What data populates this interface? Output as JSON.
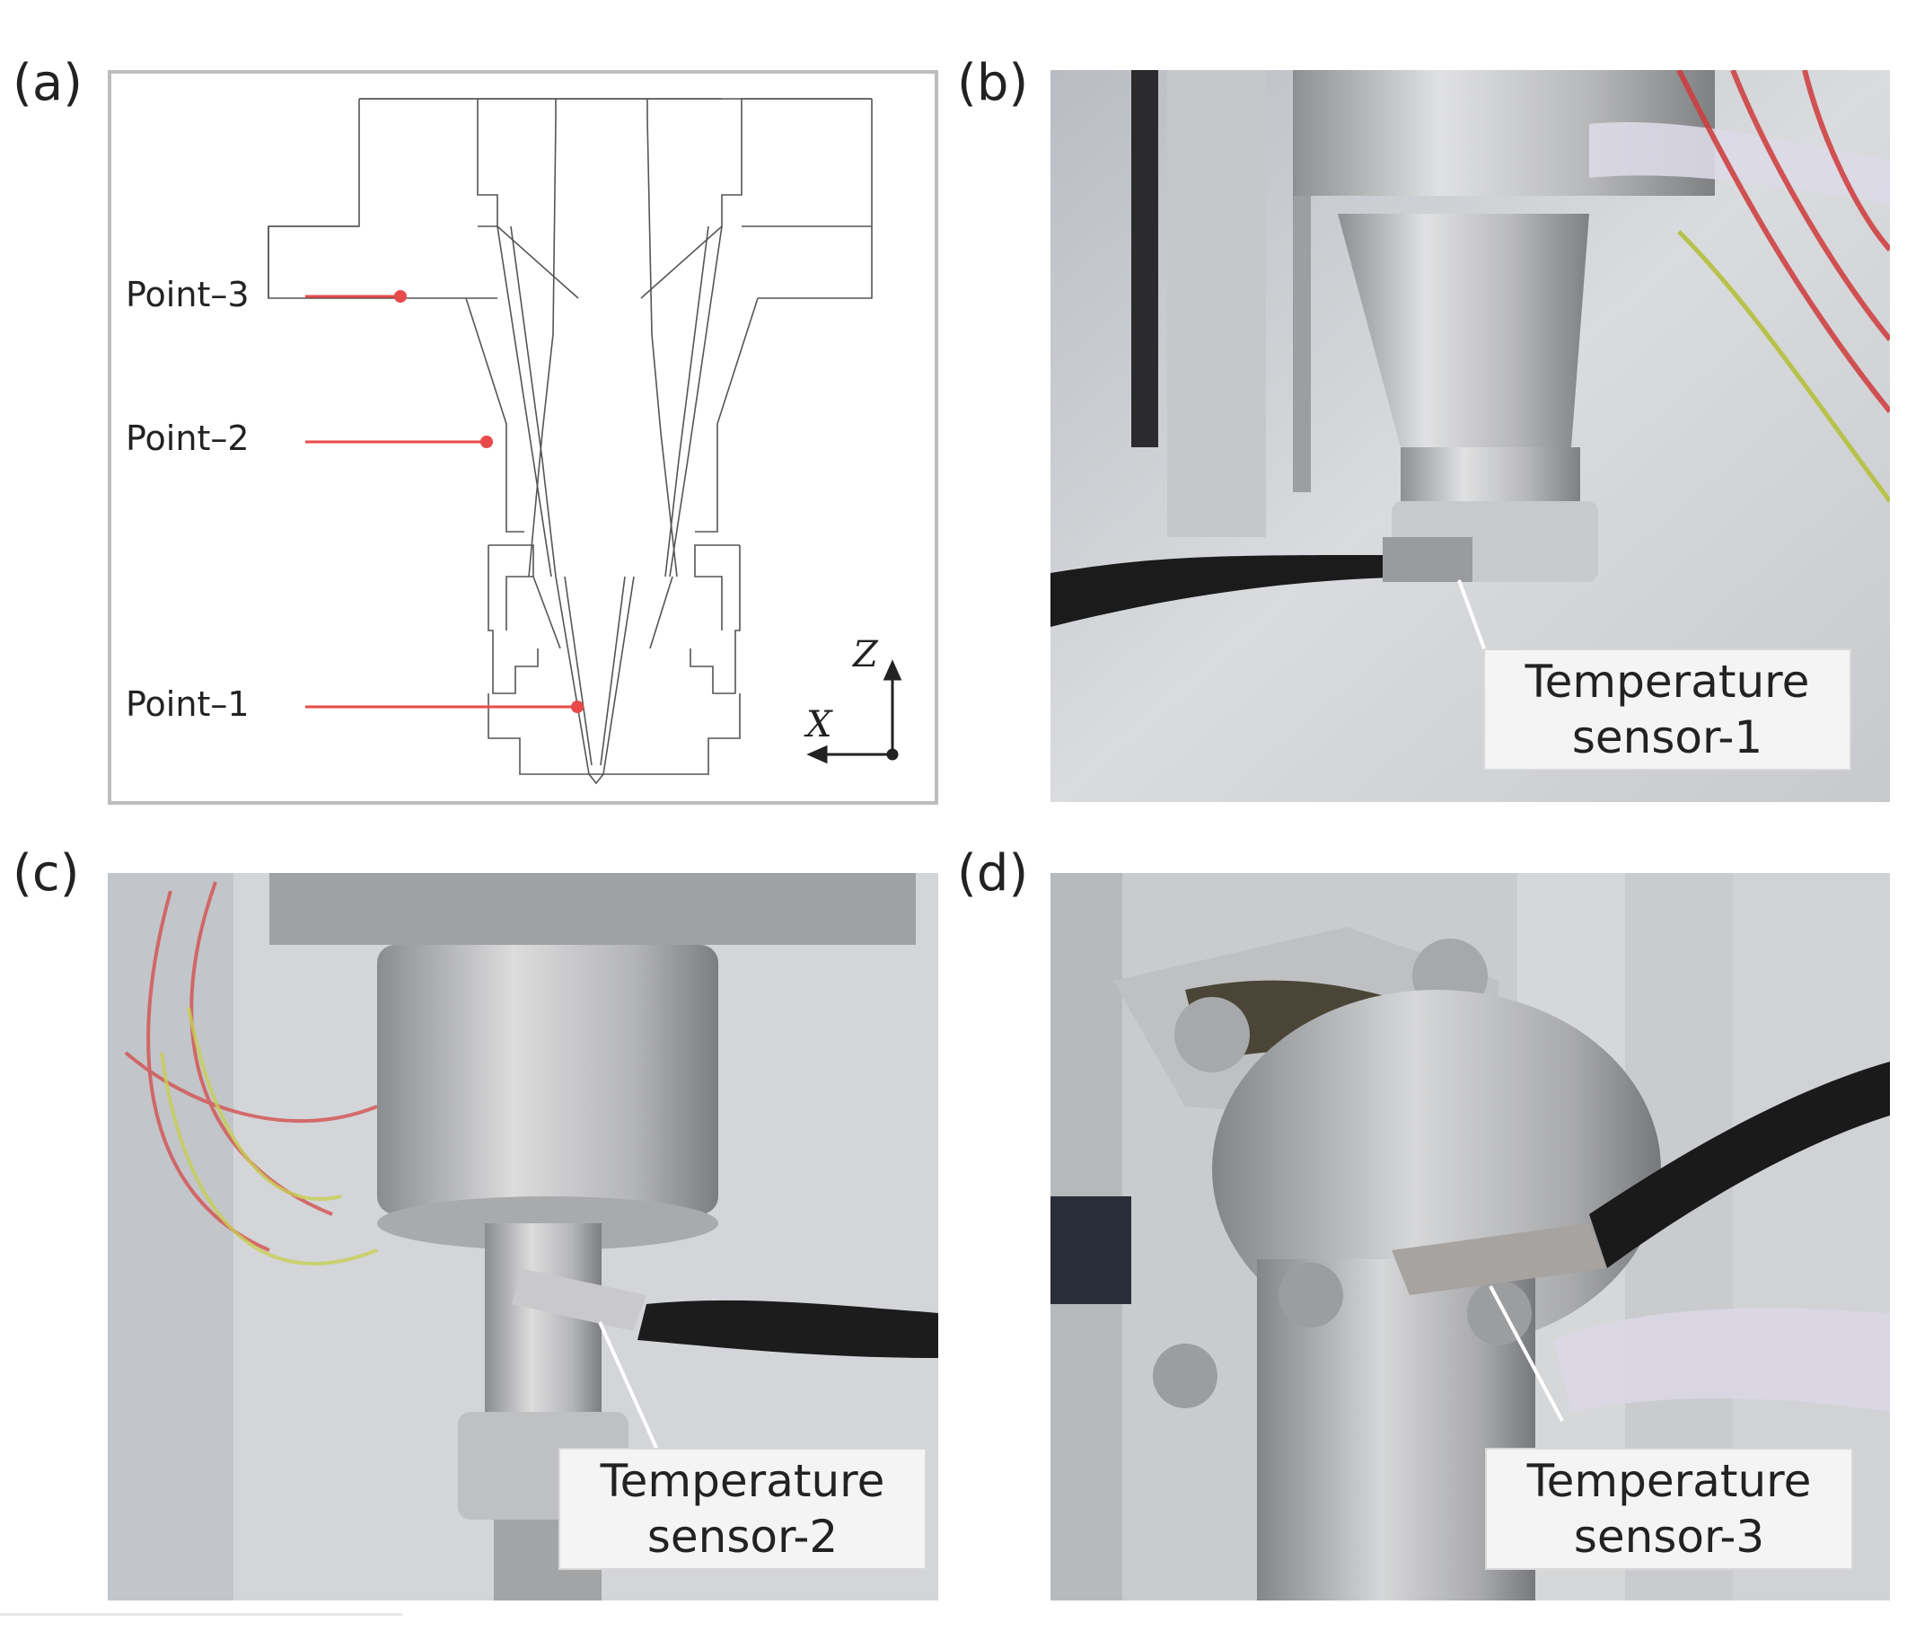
{
  "figure": {
    "panels": [
      {
        "letter": "(a)"
      },
      {
        "letter": "(b)",
        "callout": [
          "Temperature",
          "sensor-1"
        ]
      },
      {
        "letter": "(c)",
        "callout": [
          "Temperature",
          "sensor-2"
        ]
      },
      {
        "letter": "(d)",
        "callout": [
          "Temperature",
          "sensor-3"
        ]
      }
    ],
    "diagram": {
      "points": [
        "Point–3",
        "Point–2",
        "Point–1"
      ],
      "axes": {
        "z": "Z",
        "x": "X"
      },
      "marker_color": "#e84a4a"
    }
  }
}
